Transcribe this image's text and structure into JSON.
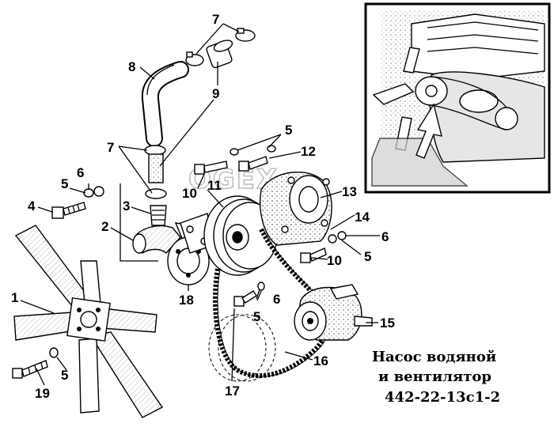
{
  "caption": {
    "line1": "Насос водяной",
    "line2": "и вентилятор",
    "line3": "442-22-13с1-2"
  },
  "watermark": "OGEX",
  "callouts": {
    "n1": "1",
    "n2": "2",
    "n3": "3",
    "n4": "4",
    "n5a": "5",
    "n5b": "5",
    "n5c": "5",
    "n5d": "5",
    "n5e": "5",
    "n6a": "6",
    "n6b": "6",
    "n6c": "6",
    "n7a": "7",
    "n7b": "7",
    "n8": "8",
    "n9": "9",
    "n10a": "10",
    "n10b": "10",
    "n11": "11",
    "n12": "12",
    "n13": "13",
    "n14": "14",
    "n15": "15",
    "n16": "16",
    "n17": "17",
    "n18": "18",
    "n19": "19"
  },
  "icons": {
    "inset": "engine-location-inset",
    "arrow": "location-arrow-icon"
  }
}
